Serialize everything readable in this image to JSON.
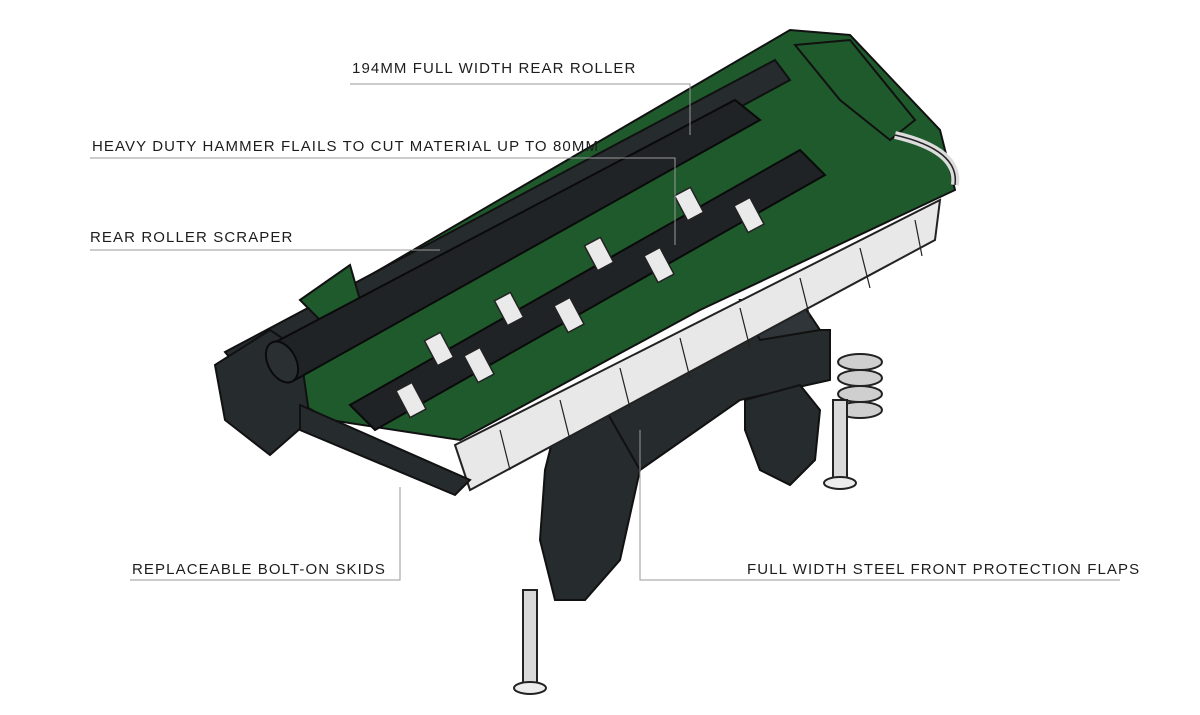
{
  "colors": {
    "body_green": "#1e5a2c",
    "dark_metal": "#262b2d",
    "roller_black": "#1f2326",
    "steel_flap": "#e8e8e8",
    "leader_line": "#9a9a9a",
    "text": "#1d1d1d"
  },
  "callouts": [
    {
      "id": "rear-roller",
      "label": "194MM FULL WIDTH REAR ROLLER"
    },
    {
      "id": "hammer-flails",
      "label": "HEAVY DUTY HAMMER FLAILS TO CUT MATERIAL UP TO 80MM"
    },
    {
      "id": "roller-scraper",
      "label": "REAR ROLLER SCRAPER"
    },
    {
      "id": "skids",
      "label": "REPLACEABLE BOLT-ON SKIDS"
    },
    {
      "id": "protection-flaps",
      "label": "FULL WIDTH STEEL FRONT PROTECTION FLAPS"
    }
  ]
}
